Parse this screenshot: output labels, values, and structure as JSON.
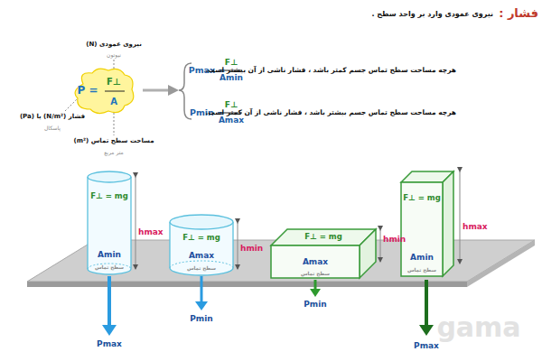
{
  "diagram": {
    "title": "فشار :",
    "nodes": [
      {
        "text": [
          "P =",
          "F⊥",
          "A"
        ]
      },
      {
        "text": [
          "F⊥ = mg",
          "Amin",
          "سطح تماس"
        ]
      },
      {
        "text": [
          "F⊥ = mg",
          "Amax",
          "سطح تماس"
        ]
      },
      {
        "text": [
          "F⊥ = mg",
          "Amax",
          "سطح تماس"
        ]
      },
      {
        "text": [
          "F⊥ = mg",
          "Amin",
          "سطح تماس"
        ]
      }
    ],
    "labels": [
      "نیروی عمودی وارد بر واحد سطح .",
      "نیروی عمودی (N)",
      "نیوتون",
      "فشار (N/m²) یا (Pa)",
      "پاسکال",
      "مساحت سطح تماس (m²)",
      "متر مربع",
      "Pmax =",
      "F⊥",
      "Amin",
      "هرچه مساحت سطح تماس جسم کمتر باشد ، فشار ناشی از آن بیشتر است.",
      "Pmin =",
      "F⊥",
      "Amax",
      "هرچه مساحت سطح تماس جسم بیشتر باشد ، فشار ناشی از آن کمتر است.",
      "hmax",
      "hmin",
      "hmin",
      "hmax",
      "Pmax",
      "Pmin",
      "Pmin",
      "Pmax",
      "gama"
    ]
  }
}
